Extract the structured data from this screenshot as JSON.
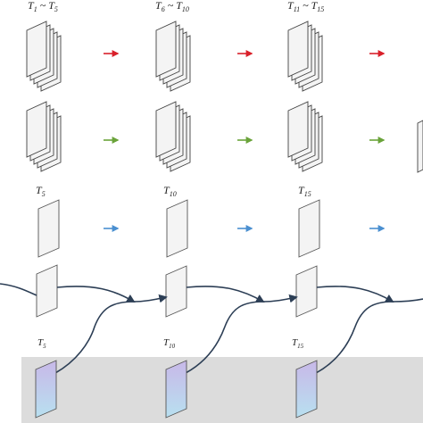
{
  "rows": {
    "row1_labels": [
      {
        "main": "T",
        "sub": "1",
        "sep": " ~ ",
        "main2": "T",
        "sub2": "5"
      },
      {
        "main": "T",
        "sub": "6",
        "sep": " ~ ",
        "main2": "T",
        "sub2": "10"
      },
      {
        "main": "T",
        "sub": "11",
        "sep": " ~ ",
        "main2": "T",
        "sub2": "15"
      }
    ],
    "row3_labels": [
      {
        "main": "T",
        "sub": "5"
      },
      {
        "main": "T",
        "sub": "10"
      },
      {
        "main": "T",
        "sub": "15"
      }
    ],
    "row5_labels": [
      {
        "main": "T",
        "sub": "5"
      },
      {
        "main": "T",
        "sub": "10"
      },
      {
        "main": "T",
        "sub": "15"
      }
    ]
  },
  "colors": {
    "arrow_row1": "#d9202a",
    "arrow_row2": "#6aa33a",
    "arrow_row3": "#4a8fd0",
    "frame_stroke": "#555555",
    "frame_fill": "#f4f4f4",
    "curve": "#2c3e55",
    "panel_bg": "#dcdcdc",
    "gradient_top": "#c8b8e8",
    "gradient_bottom": "#b8e0f0"
  }
}
